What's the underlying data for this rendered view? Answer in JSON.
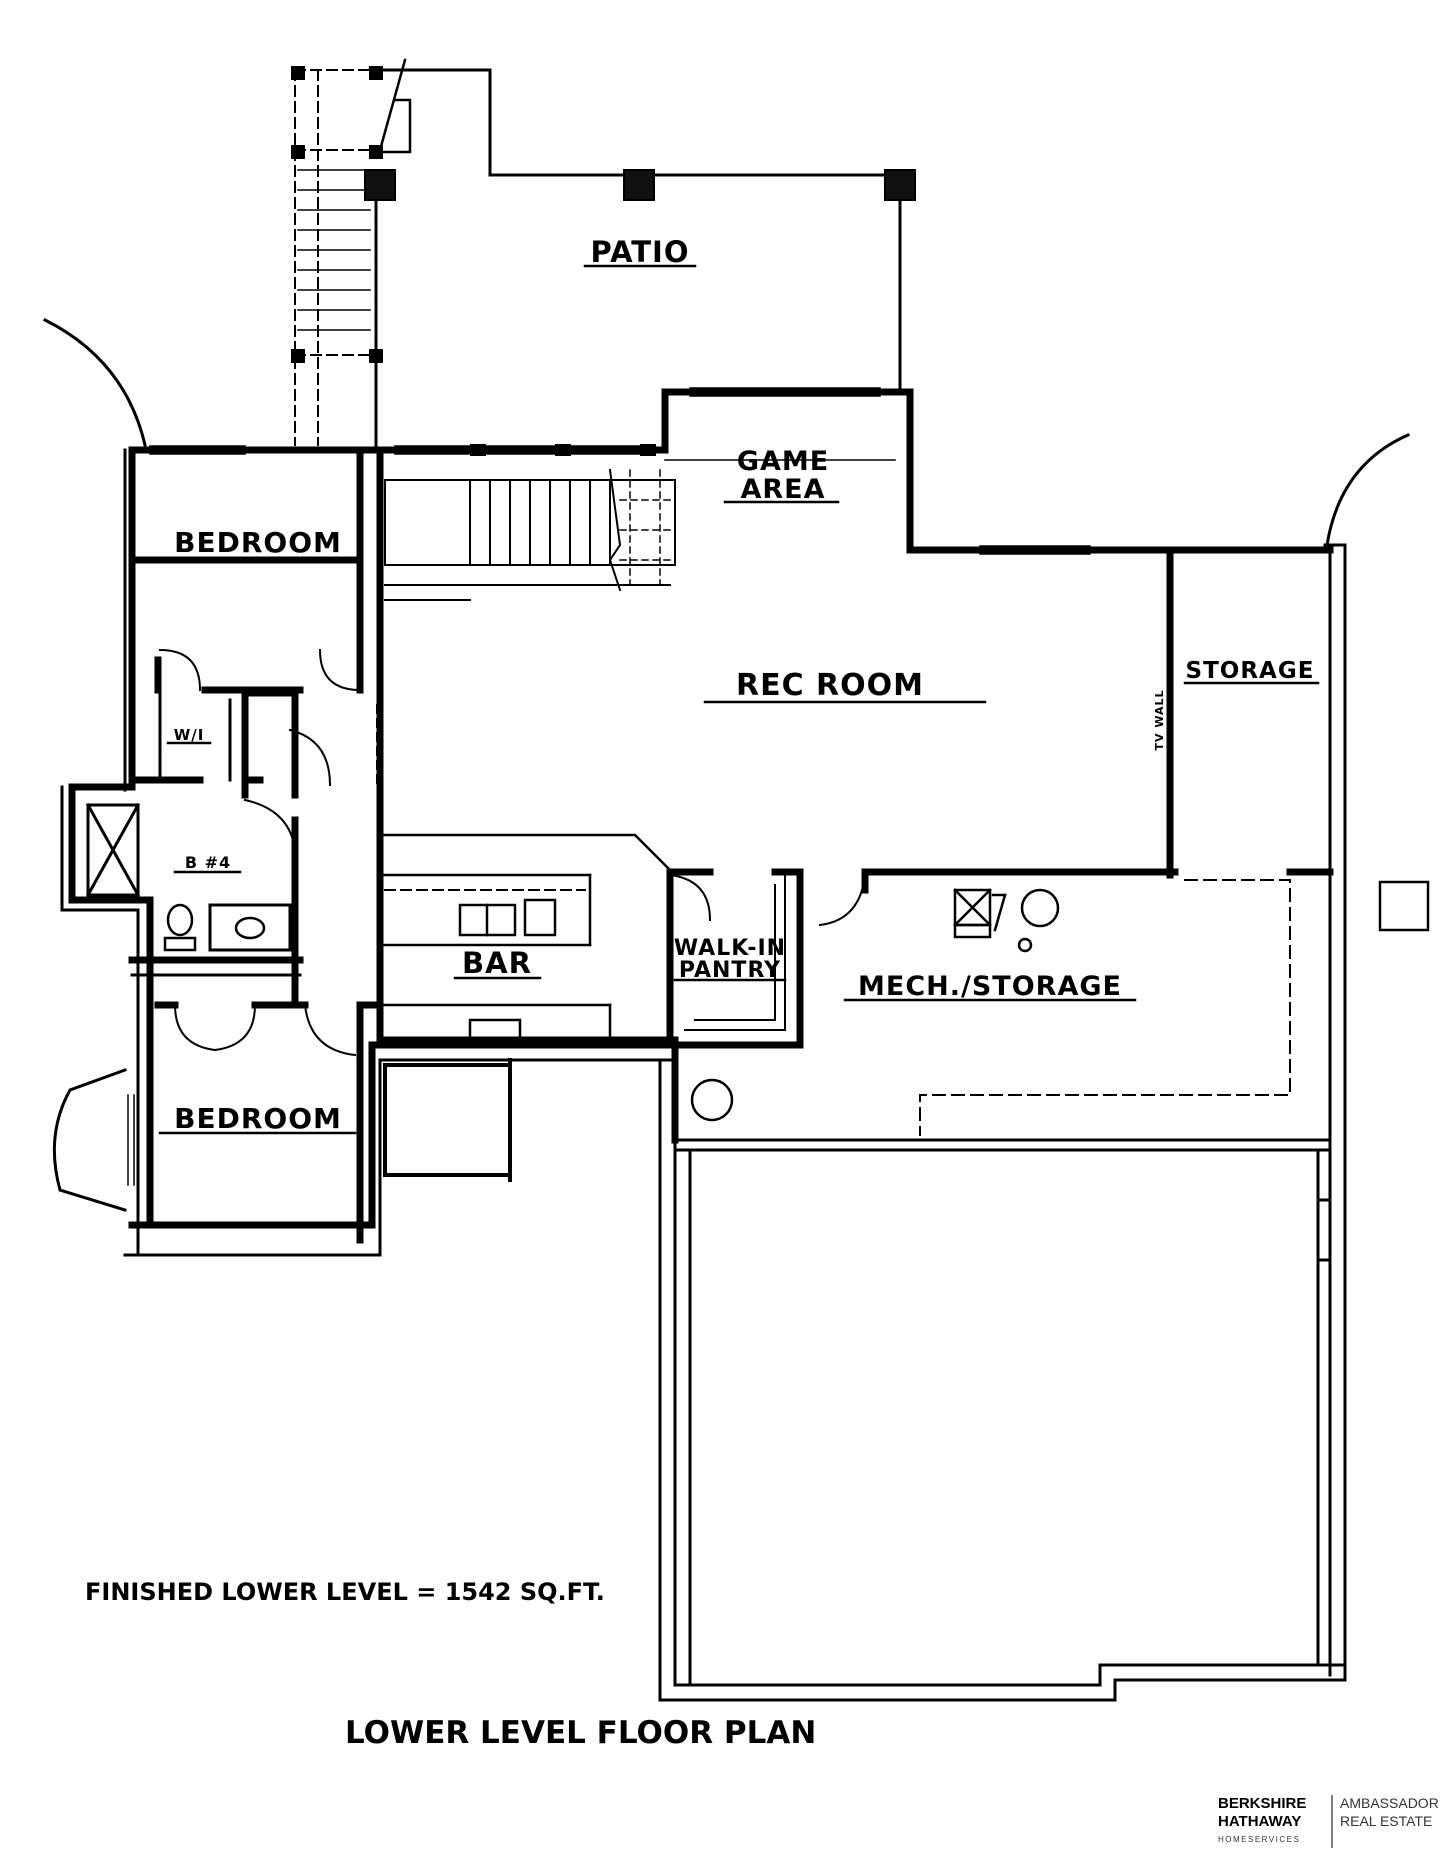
{
  "rooms": {
    "patio": "PATIO",
    "game_area_line1": "GAME",
    "game_area_line2": "AREA",
    "bedroom_top": "BEDROOM",
    "rec_room": "REC ROOM",
    "storage": "STORAGE",
    "tv_wall": "TV WALL",
    "walk_in_closet": "W/I",
    "bath": "B #4",
    "bar": "BAR",
    "pantry_line1": "WALK-IN",
    "pantry_line2": "PANTRY",
    "mech_storage": "MECH./STORAGE",
    "bedroom_bottom": "BEDROOM"
  },
  "notes": {
    "finished_area": "FINISHED LOWER LEVEL = 1542 SQ.FT.",
    "plan_title": "LOWER LEVEL FLOOR PLAN"
  },
  "brand": {
    "line1": "BERKSHIRE",
    "line2": "HATHAWAY",
    "line3": "HOMESERVICES",
    "line4": "AMBASSADOR",
    "line5": "REAL ESTATE"
  }
}
